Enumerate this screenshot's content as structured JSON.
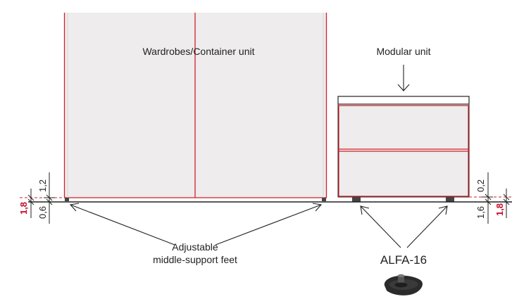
{
  "labels": {
    "wardrobe": "Wardrobes/Container unit",
    "modular": "Modular unit",
    "feet_line1": "Adjustable",
    "feet_line2": "middle-support feet",
    "alfa": "ALFA-16"
  },
  "dimensions": {
    "left_upper": "1,2",
    "left_lower": "0,6",
    "left_total": "1,8",
    "right_upper": "0,2",
    "right_lower": "1,6",
    "right_total": "1,8"
  },
  "colors": {
    "panel_fill": "#eeecec",
    "red_line": "#d0202a",
    "dim_red": "#c8102e",
    "ink": "#222222",
    "foot": "#444444"
  },
  "icons": {
    "alfa_foot": "levelling-foot-icon"
  }
}
